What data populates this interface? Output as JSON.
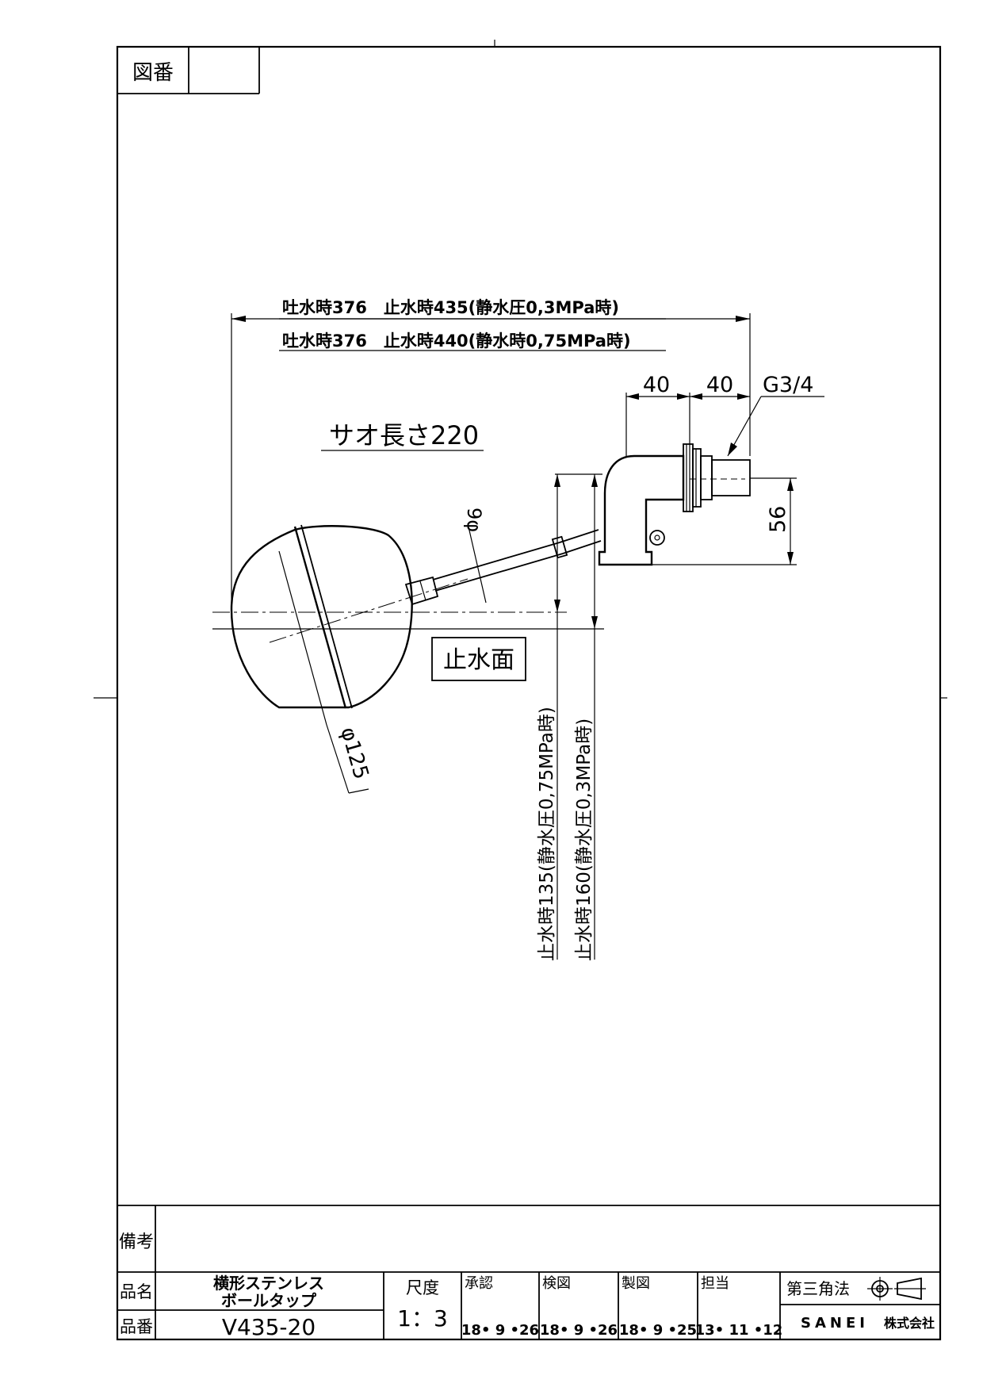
{
  "sheet": {
    "drawing_number_label": "図番",
    "drawing_number_value": ""
  },
  "dimensions": {
    "overall_length_1": "吐水時376　止水時435(静水圧0,3MPa時)",
    "overall_length_2": "吐水時376　止水時440(静水時0,75MPa時)",
    "pitch_a": "40",
    "pitch_b": "40",
    "thread": "G3/4",
    "rod_length": "サオ長さ220",
    "rod_diameter": "9φ",
    "height_56": "56",
    "ball_diameter": "φ125",
    "stop_height_1": "止水時135(静水圧0,75MPa時)",
    "stop_height_2": "止水時160(静水圧0,3MPa時)"
  },
  "annotations": {
    "water_level": "止水面"
  },
  "title_block": {
    "remarks_label": "備考",
    "remarks_value": "",
    "product_name_label": "品名",
    "product_name_line1": "横形ステンレス",
    "product_name_line2": "ボールタップ",
    "product_number_label": "品番",
    "product_number": "V435-20",
    "scale_label": "尺度",
    "scale_value": "1：3",
    "approved_label": "承認",
    "approved_date": "18• 9 •26",
    "checked_label": "検図",
    "checked_date": "18• 9 •26",
    "drawn_label": "製図",
    "drawn_date": "18• 9 •25",
    "charge_label": "担当",
    "charge_date": "13• 11 •12",
    "projection_label": "第三角法",
    "company": "SANEI",
    "company_suffix": "株式会社"
  }
}
